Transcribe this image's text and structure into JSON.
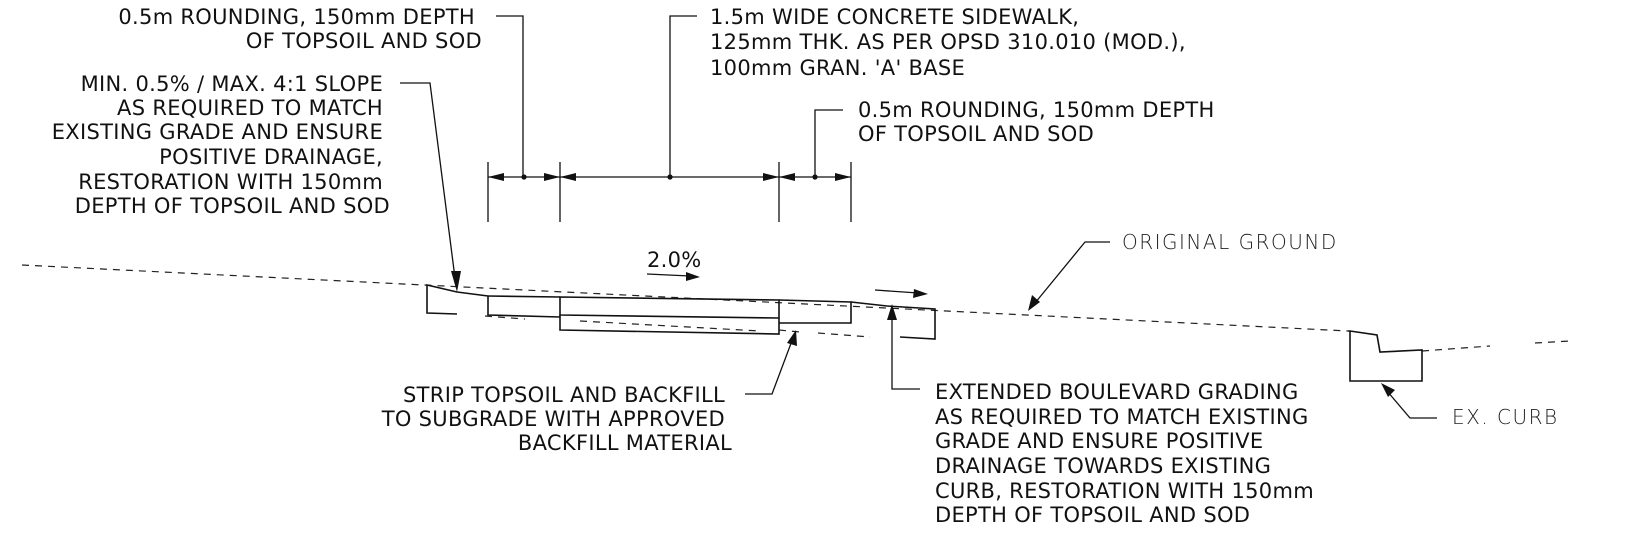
{
  "notes": {
    "rounding_left": [
      "0.5m ROUNDING, 150mm DEPTH",
      "OF TOPSOIL AND SOD"
    ],
    "sidewalk": [
      "1.5m WIDE CONCRETE SIDEWALK,",
      "125mm THK. AS PER OPSD 310.010 (MOD.),",
      "100mm GRAN. 'A' BASE"
    ],
    "rounding_right": [
      "0.5m ROUNDING, 150mm DEPTH",
      "OF TOPSOIL AND SOD"
    ],
    "slope": [
      "MIN. 0.5% / MAX. 4:1 SLOPE",
      "AS REQUIRED TO MATCH",
      "EXISTING GRADE AND ENSURE",
      "POSITIVE DRAINAGE,",
      "RESTORATION WITH 150mm",
      "DEPTH OF TOPSOIL AND SOD"
    ],
    "grade_percent": "2.0%",
    "original_ground": "ORIGINAL GROUND",
    "strip_topsoil": [
      "STRIP TOPSOIL AND BACKFILL",
      "TO SUBGRADE WITH APPROVED",
      "BACKFILL MATERIAL"
    ],
    "boulevard": [
      "EXTENDED BOULEVARD GRADING",
      "AS REQUIRED TO MATCH EXISTING",
      "GRADE AND ENSURE POSITIVE",
      "DRAINAGE TOWARDS EXISTING",
      "CURB, RESTORATION WITH 150mm",
      "DEPTH OF TOPSOIL AND SOD"
    ],
    "ex_curb": "EX. CURB"
  }
}
